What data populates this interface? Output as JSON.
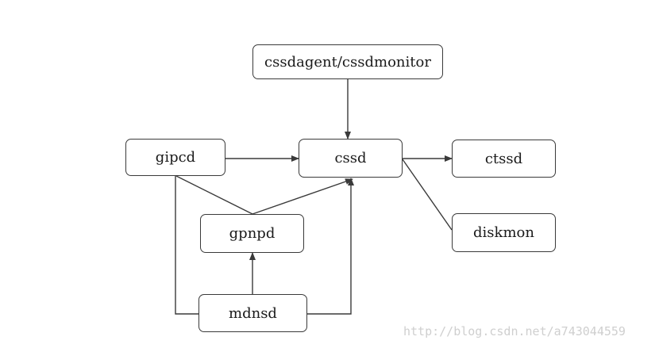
{
  "nodes": {
    "cssdagent": "cssdagent/cssdmonitor",
    "gipcd": "gipcd",
    "cssd": "cssd",
    "ctssd": "ctssd",
    "gpnpd": "gpnpd",
    "diskmon": "diskmon",
    "mdnsd": "mdnsd"
  },
  "edges": [
    {
      "from": "cssdagent",
      "to": "cssd",
      "arrow": true
    },
    {
      "from": "gipcd",
      "to": "cssd",
      "arrow": true
    },
    {
      "from": "cssd",
      "to": "ctssd",
      "arrow": true
    },
    {
      "from": "cssd",
      "to": "diskmon",
      "arrow": false
    },
    {
      "from": "gipcd",
      "to": "gpnpd",
      "arrow": false
    },
    {
      "from": "gpnpd",
      "to": "cssd",
      "arrow": true
    },
    {
      "from": "mdnsd",
      "to": "gpnpd",
      "arrow": true
    },
    {
      "from": "mdnsd",
      "to": "gipcd",
      "arrow": false
    },
    {
      "from": "mdnsd",
      "to": "cssd",
      "arrow": true
    }
  ],
  "colors": {
    "stroke": "#3a3a3a",
    "text": "#1a1a1a",
    "watermark": "#cfcfcf"
  },
  "watermark": "http://blog.csdn.net/a743044559"
}
